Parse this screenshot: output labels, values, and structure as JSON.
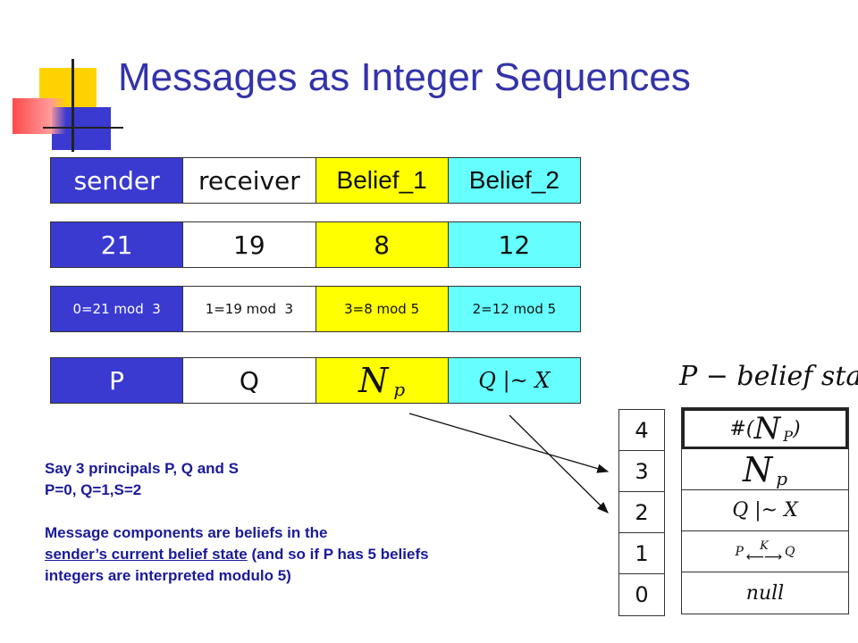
{
  "title": "Messages as Integer Sequences",
  "rows": {
    "headers": [
      "sender",
      "receiver",
      "Belief_1",
      "Belief_2"
    ],
    "values": [
      "21",
      "19",
      "8",
      "12"
    ],
    "mods": [
      "0=21 mod  3",
      "1=19 mod  3",
      "3=8 mod 5",
      "2=12 mod 5"
    ],
    "symbols": [
      "P",
      "Q",
      "N_p",
      "Q |~ X"
    ]
  },
  "math": {
    "n": "N",
    "p": "p",
    "q_x": "Q |~ X"
  },
  "notes": {
    "line1": "Say 3 principals P, Q and S",
    "line2": "P=0, Q=1,S=2",
    "line3": "Message components are beliefs in the",
    "line4_underlined": "sender’s current belief state",
    "line4_rest": " (and so if P has 5 beliefs",
    "line5": "integers are interpreted modulo 5)"
  },
  "belief_state": {
    "title": "P − belief state",
    "indices": [
      "4",
      "3",
      "2",
      "1",
      "0"
    ],
    "entries": [
      "#(N_P)",
      "N_p",
      "Q |~ X",
      "P ←K→ Q",
      "null"
    ],
    "hash_prefix": "#(",
    "hash_n": "N",
    "hash_sub": "P",
    "hash_suffix": ")",
    "key_left": "P",
    "key_label": "K",
    "key_right": "Q",
    "null_label": "null"
  },
  "colors": {
    "blue": "#3a3ad0",
    "yellow": "#ffff00",
    "cyan": "#66ffff",
    "title": "#3333aa",
    "note": "#1a1a99"
  }
}
